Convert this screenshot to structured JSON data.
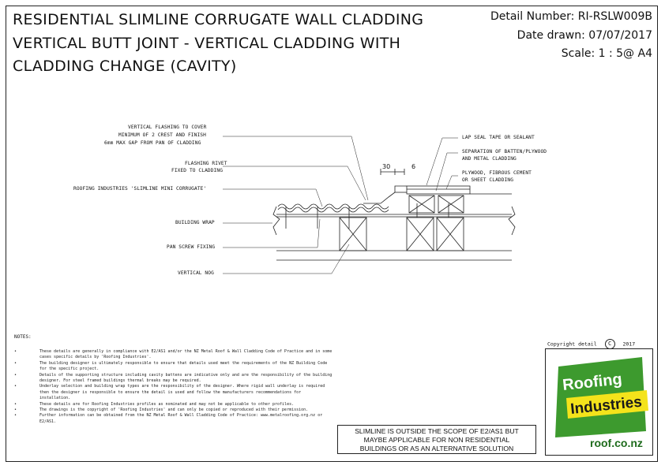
{
  "title": {
    "line1": "RESIDENTIAL SLIMLINE CORRUGATE WALL CLADDING",
    "line2": "VERTICAL BUTT JOINT - VERTICAL CLADDING WITH",
    "line3": "CLADDING CHANGE (CAVITY)"
  },
  "meta": {
    "detail_number": "Detail Number:  RI-RSLW009B",
    "date_drawn": "Date drawn:  07/07/2017",
    "scale": "Scale:    1 : 5@ A4"
  },
  "labels": {
    "flashing_cover_1": "VERTICAL FLASHING TO COVER",
    "flashing_cover_2": "MINIMUM OF 2 CREST AND FINISH",
    "flashing_cover_3": "6mm MAX GAP FROM PAN OF CLADDING",
    "flashing_rivet_1": "FLASHING RIVET",
    "flashing_rivet_2": "FIXED TO CLADDING",
    "mini_corrugate": "ROOFING INDUSTRIES 'SLIMLINE MINI CORRUGATE'",
    "building_wrap": "BUILDING WRAP",
    "pan_screw": "PAN SCREW FIXING",
    "vertical_nog": "VERTICAL NOG",
    "lap_seal": "LAP SEAL TAPE OR SEALANT",
    "separation_1": "SEPARATION OF BATTEN/PLYWOOD",
    "separation_2": "AND METAL CLADDING",
    "plywood_1": "PLYWOOD, FIBROUS CEMENT",
    "plywood_2": "OR SHEET CLADDING",
    "dim_30": "30",
    "dim_6": "6"
  },
  "notes": {
    "title": "NOTES:",
    "items": [
      "These details are generally in compliance with E2/AS1 and/or the NZ Metal Roof & Wall Cladding Code of Practice and in some cases specific details by 'Roofing Industries'.",
      "The building designer is ultimately responsible to ensure that details used meet the requirements of the NZ Building Code for the specific project.",
      "Details of the supporting structure including cavity battens are indicative only and are the responsibility of the building designer. For steel framed buildings thermal breaks may be required.",
      "Underlay selection and building wrap types are the responsibility of the designer. Where rigid wall underlay is required then the designer is responsible to ensure the detail is used and follow the manufacturers recommendations for installation.",
      "These details are for Roofing Industries profiles as nominated and may not be applicable to other profiles.",
      "The drawings is the copyright of 'Roofing Industries' and can only be copied or reproduced with their permission.",
      "Further information can be obtained from the NZ Metal Roof & Wall Cladding Code of Practice: www.metalroofing.org.nz or E2/AS1."
    ]
  },
  "copyright": {
    "label": "Copyright detail",
    "symbol": "C",
    "year": "2017"
  },
  "disclaimer": {
    "line1": "SLIMLINE IS OUTSIDE THE SCOPE OF E2/AS1 BUT",
    "line2": "MAYBE APPLICABLE FOR NON RESIDENTIAL",
    "line3": "BUILDINGS OR AS AN ALTERNATIVE SOLUTION"
  },
  "logo": {
    "word1": "Roofing",
    "word2": "Industries",
    "url": "roof.co.nz",
    "colors": {
      "green": "#3d9a2e",
      "dark_green": "#1e6b1c",
      "yellow": "#f4e31b",
      "text": "#1a1a1a"
    }
  }
}
